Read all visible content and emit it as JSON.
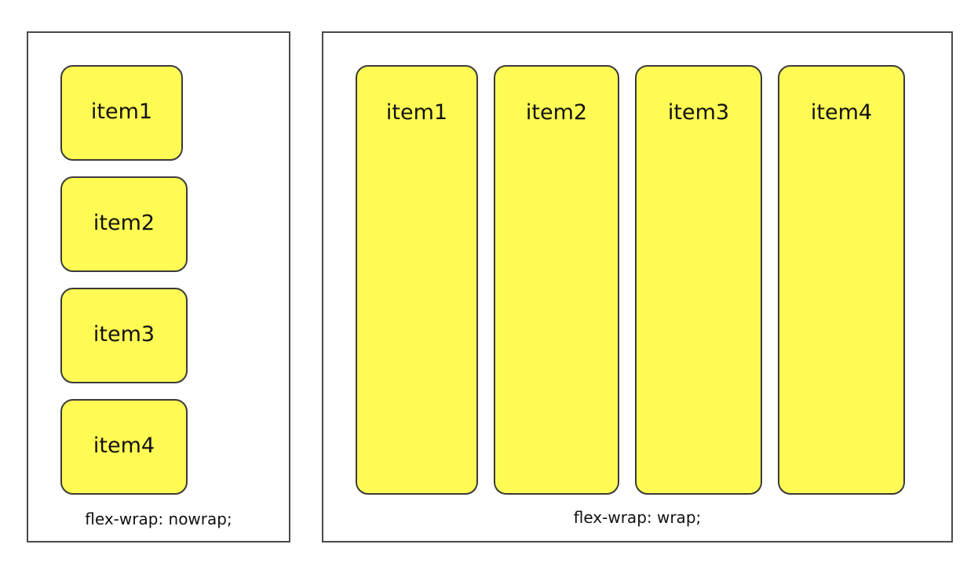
{
  "colors": {
    "item_fill": "#fffb54",
    "item_border": "#3a3a3a",
    "panel_border": "#4a4a4a",
    "background": "#ffffff"
  },
  "nowrap_panel": {
    "caption": "flex-wrap: nowrap;",
    "items": [
      "item1",
      "item2",
      "item3",
      "item4"
    ]
  },
  "wrap_panel": {
    "caption": "flex-wrap: wrap;",
    "items": [
      "item1",
      "item2",
      "item3",
      "item4"
    ]
  }
}
